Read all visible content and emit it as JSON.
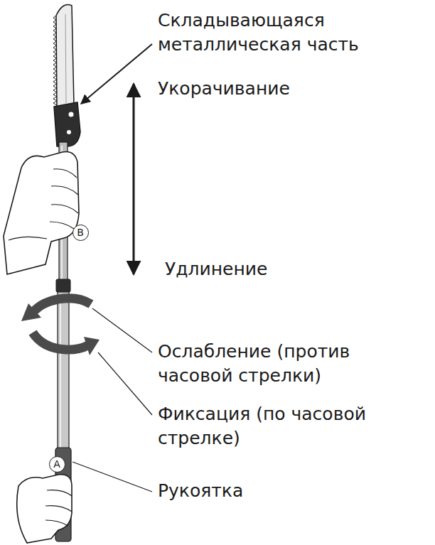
{
  "diagram": {
    "nodes": [
      {
        "text": [
          "B"
        ]
      },
      {
        "text": [
          "A"
        ]
      }
    ],
    "labels": [
      "Складывающаяся металлическая часть",
      "Укорачивание",
      "Удлинение",
      "Ослабление (против часовой стрелки)",
      "Фиксация (по часовой стрелке)",
      "Рукоятка"
    ]
  }
}
